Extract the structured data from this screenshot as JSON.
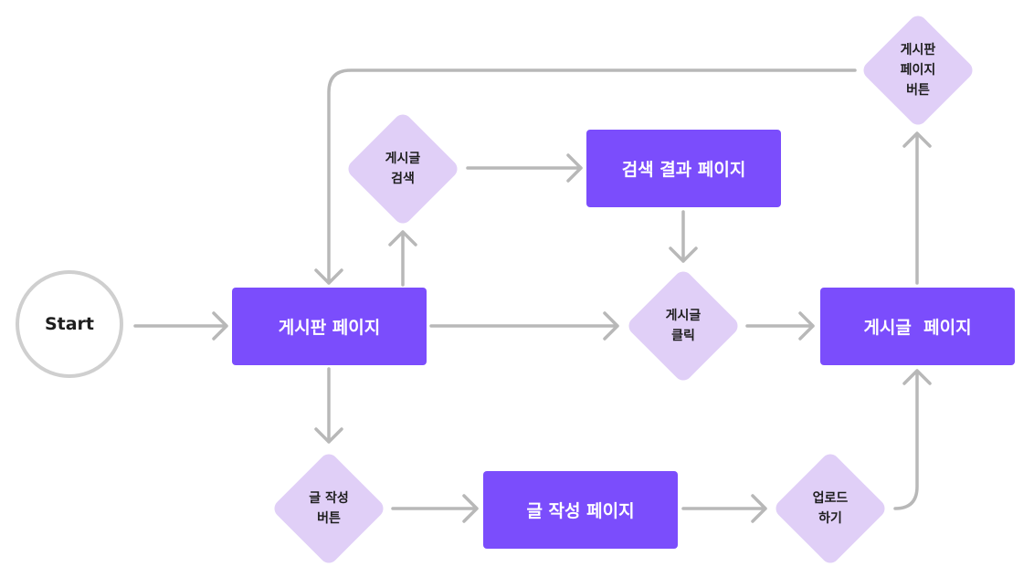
{
  "start": {
    "label": "Start"
  },
  "pages": {
    "board": "게시판 페이지",
    "search_result": "검색 결과 페이지",
    "post": "게시글  페이지",
    "write": "글 작성 페이지"
  },
  "decisions": {
    "board_button": "게시판\n페이지\n버튼",
    "post_search": "게시글\n검색",
    "post_click": "게시글\n클릭",
    "write_button": "글 작성\n버튼",
    "upload": "업로드\n하기"
  },
  "colors": {
    "page_box": "#7b4dfc",
    "decision": "#e0cff7",
    "connector": "#b8b8b8",
    "start_border": "#cfcfcf"
  }
}
